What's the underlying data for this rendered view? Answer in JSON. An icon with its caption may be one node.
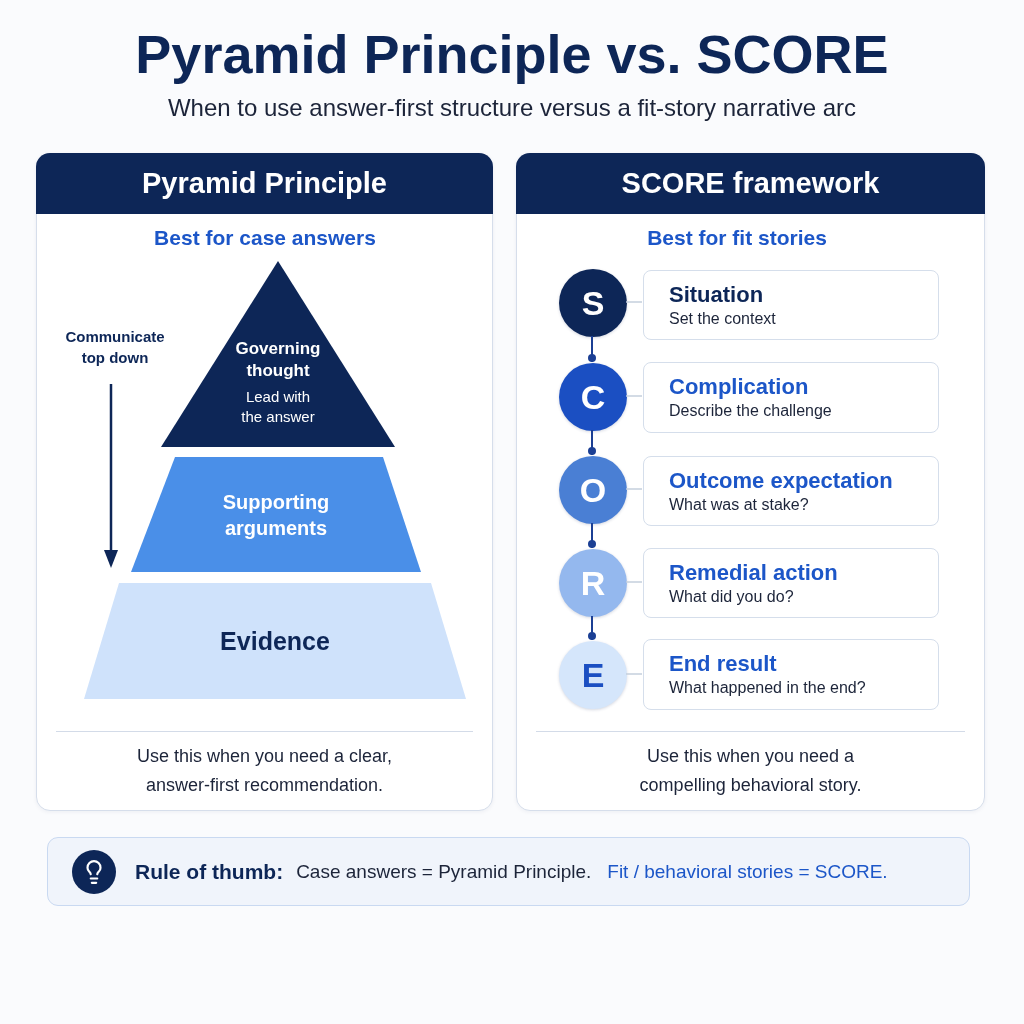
{
  "diagram": {
    "title": "Pyramid Principle vs. SCORE",
    "nodes": [
      {
        "text": [
          "Pyramid Principle",
          "Best for case answers",
          "Use this when you need a clear, answer-first recommendation."
        ]
      },
      {
        "text": [
          "Governing thought",
          "Lead with the answer"
        ],
        "in": 0
      },
      {
        "text": [
          "Supporting arguments"
        ],
        "in": 0
      },
      {
        "text": [
          "Evidence"
        ],
        "in": 0
      },
      {
        "text": [
          "SCORE framework",
          "Best for fit stories",
          "Use this when you need a compelling behavioral story."
        ]
      },
      {
        "text": [
          "S"
        ],
        "in": 4
      },
      {
        "text": [
          "Situation",
          "Set the context"
        ],
        "in": 4
      },
      {
        "text": [
          "C"
        ],
        "in": 4
      },
      {
        "text": [
          "Complication",
          "Describe the challenge"
        ],
        "in": 4
      },
      {
        "text": [
          "O"
        ],
        "in": 4
      },
      {
        "text": [
          "Outcome expectation",
          "What was at stake?"
        ],
        "in": 4
      },
      {
        "text": [
          "R"
        ],
        "in": 4
      },
      {
        "text": [
          "Remedial action",
          "What did you do?"
        ],
        "in": 4
      },
      {
        "text": [
          "E"
        ],
        "in": 4
      },
      {
        "text": [
          "End result",
          "What happened in the end?"
        ],
        "in": 4
      },
      {
        "text": [
          "Rule of thumb:",
          "Case answers = Pyramid Principle.",
          "Fit / behavioral stories = SCORE."
        ]
      }
    ],
    "edges": [
      {
        "from": 5,
        "to": 7,
        "arrow": "other",
        "color": "#1b3f94"
      },
      {
        "from": 7,
        "to": 9,
        "arrow": "other",
        "color": "#1b3f94"
      },
      {
        "from": 9,
        "to": 11,
        "arrow": "other",
        "color": "#1b3f94"
      },
      {
        "from": 11,
        "to": 13,
        "arrow": "other",
        "color": "#1b3f94"
      },
      {
        "from": 5,
        "to": 6,
        "arrow": "none"
      },
      {
        "from": 7,
        "to": 8,
        "arrow": "none"
      },
      {
        "from": 9,
        "to": 10,
        "arrow": "none"
      },
      {
        "from": 11,
        "to": 12,
        "arrow": "none"
      },
      {
        "from": 13,
        "to": 14,
        "arrow": "none"
      }
    ],
    "labels": [
      "When to use answer-first structure versus a fit-story narrative arc",
      "Communicate top down"
    ]
  }
}
